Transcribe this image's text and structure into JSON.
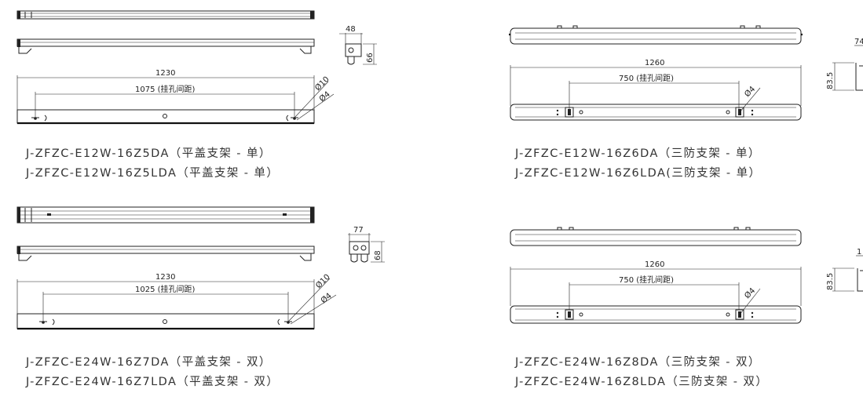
{
  "panels": [
    {
      "id": "p1",
      "dims": {
        "length": "1230",
        "hole_spacing": "1075 (挂孔间距)",
        "d_large": "Ø10",
        "d_small": "Ø4",
        "width": "48",
        "height": "66"
      },
      "captions": [
        "J-ZFZC-E12W-16Z5DA（平盖支架 - 单）",
        "J-ZFZC-E12W-16Z5LDA（平盖支架 - 单）"
      ]
    },
    {
      "id": "p2",
      "dims": {
        "length": "1260",
        "hole_spacing": "750 (挂孔间距)",
        "d_small": "Ø4",
        "width": "74",
        "height": "83.5"
      },
      "captions": [
        "J-ZFZC-E12W-16Z6DA（三防支架 - 单）",
        "J-ZFZC-E12W-16Z6LDA(三防支架 - 单）"
      ]
    },
    {
      "id": "p3",
      "dims": {
        "length": "1230",
        "hole_spacing": "1025 (挂孔间距)",
        "d_large": "Ø10",
        "d_small": "Ø4",
        "width": "77",
        "height": "68"
      },
      "captions": [
        "J-ZFZC-E24W-16Z7DA（平盖支架 - 双）",
        "J-ZFZC-E24W-16Z7LDA（平盖支架 - 双）"
      ]
    },
    {
      "id": "p4",
      "dims": {
        "length": "1260",
        "hole_spacing": "750 (挂孔间距)",
        "d_small": "Ø4",
        "width": "1",
        "height": "83.5"
      },
      "captions": [
        "J-ZFZC-E24W-16Z8DA（三防支架 - 双）",
        "J-ZFZC-E24W-16Z8LDA（三防支架 - 双）"
      ]
    }
  ]
}
